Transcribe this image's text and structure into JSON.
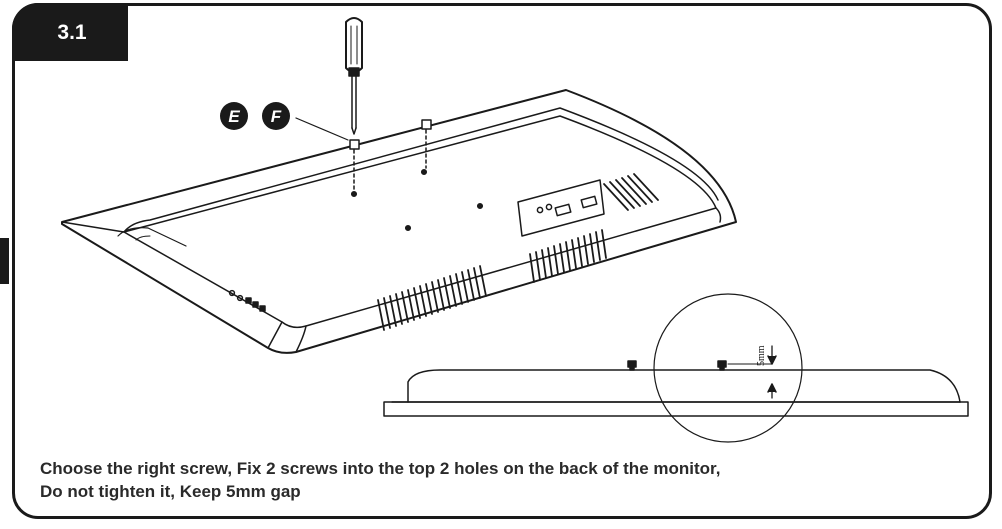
{
  "step": {
    "number": "3.1"
  },
  "callouts": {
    "e": "E",
    "f": "F"
  },
  "dimension": {
    "gap_label": "5mm"
  },
  "instructions": {
    "line1": "Choose the right screw, Fix 2 screws into the top 2 holes on the back of the monitor,",
    "line2": "Do not tighten it, Keep  5mm gap"
  },
  "colors": {
    "ink": "#1a1a1a",
    "background": "#ffffff"
  }
}
